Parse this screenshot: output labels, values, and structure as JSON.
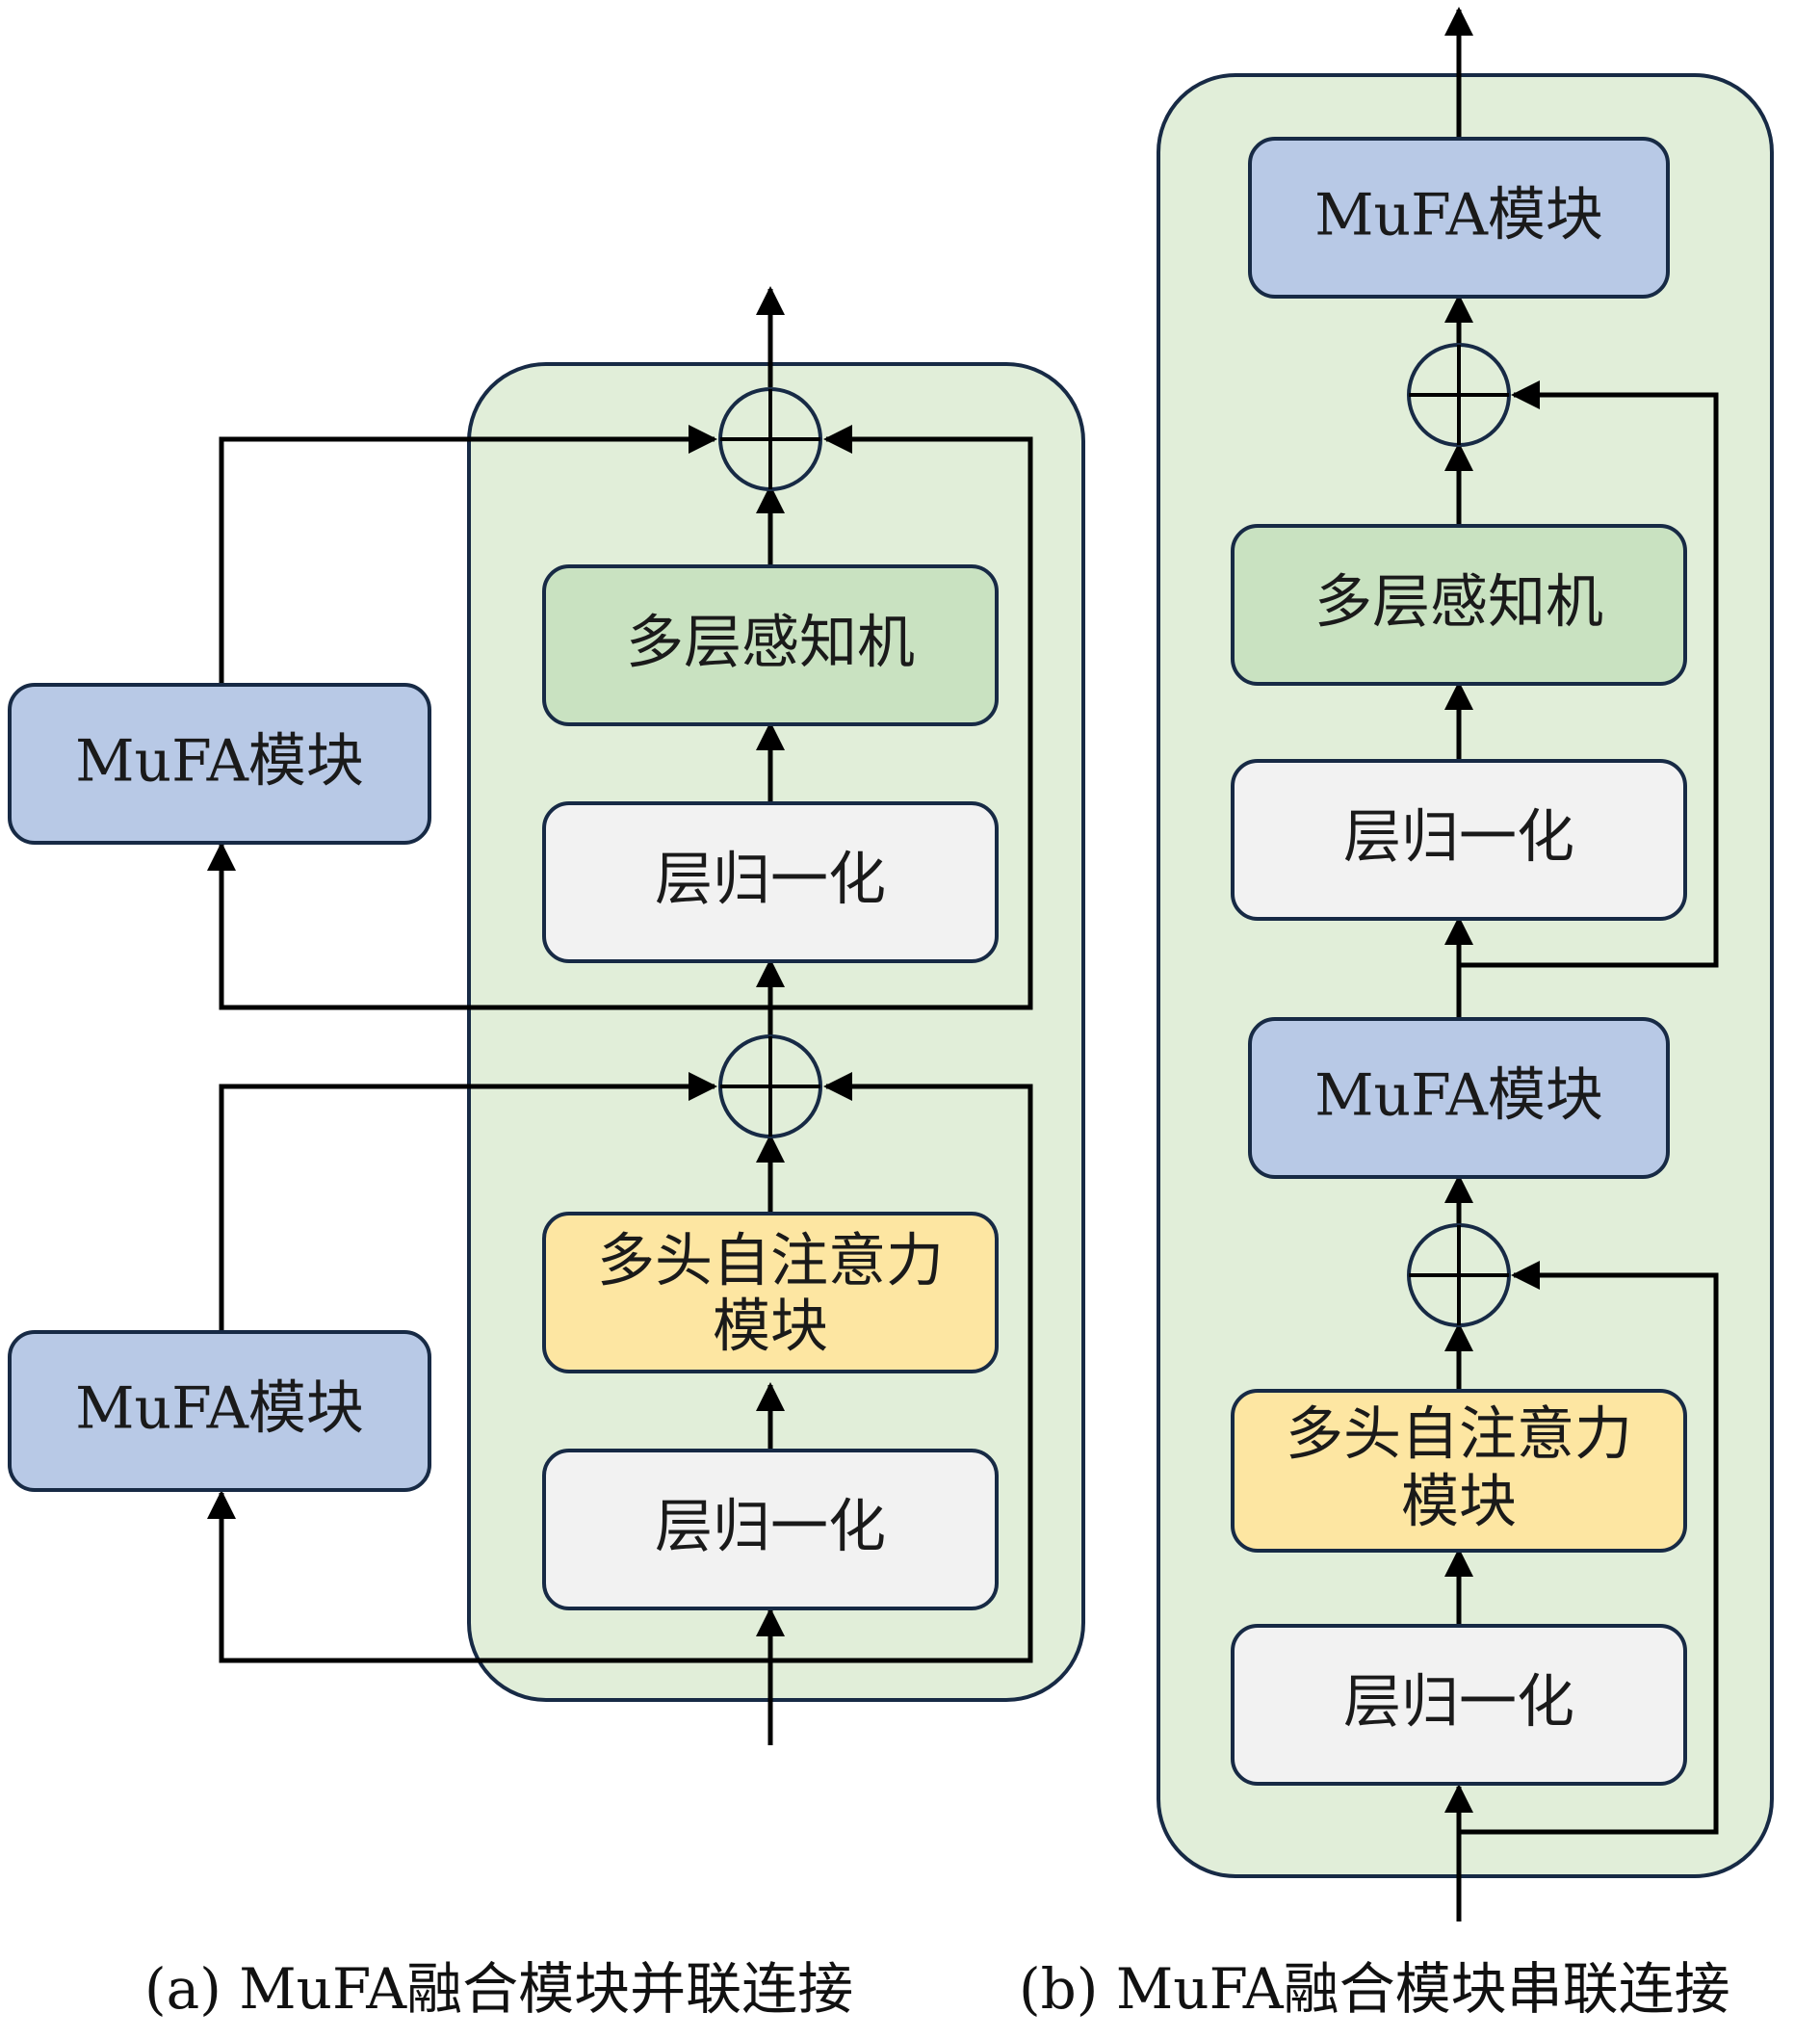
{
  "colors": {
    "container_fill": "#e1eed9",
    "container_stroke": "#172a45",
    "mufa_fill": "#b8c9e6",
    "mlp_fill": "#c9e2c1",
    "attn_fill": "#fde6a2",
    "norm_fill": "#f2f2f2",
    "line": "#000000"
  },
  "panel_a": {
    "caption": "(a) MuFA融合模块并联连接",
    "mufa_top": "MuFA模块",
    "mufa_bottom": "MuFA模块",
    "mlp": "多层感知机",
    "norm_top": "层归一化",
    "attn_line1": "多头自注意力",
    "attn_line2": "模块",
    "norm_bottom": "层归一化"
  },
  "panel_b": {
    "caption": "(b) MuFA融合模块串联连接",
    "mufa_top": "MuFA模块",
    "mlp": "多层感知机",
    "norm_top": "层归一化",
    "mufa_mid": "MuFA模块",
    "attn_line1": "多头自注意力",
    "attn_line2": "模块",
    "norm_bottom": "层归一化"
  }
}
